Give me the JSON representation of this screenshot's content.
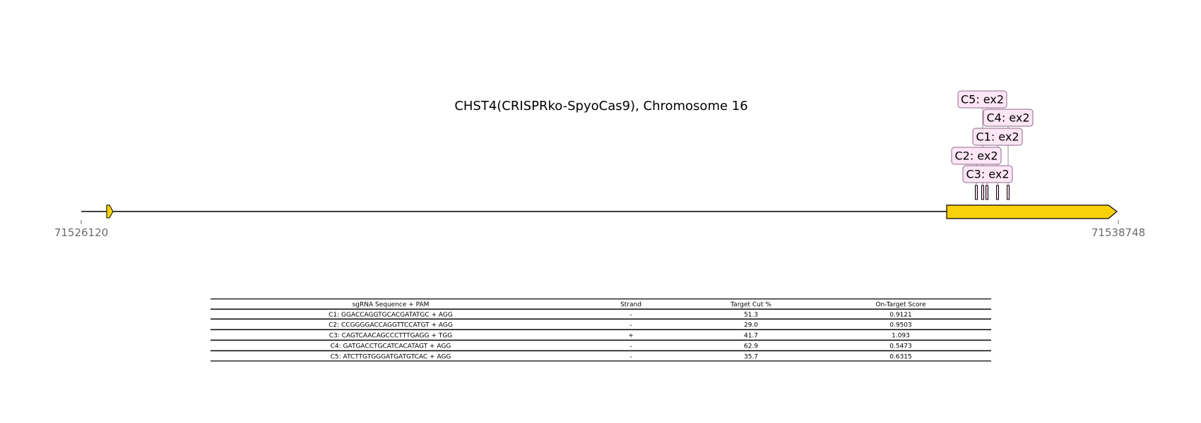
{
  "title": "CHST4(CRISPRko-SpyoCas9), Chromosome 16",
  "region": {
    "start": 71526120,
    "end": 71538748,
    "start_label": "71526120",
    "end_label": "71538748"
  },
  "colors": {
    "exon_fill": "#f8d10a",
    "label_fill": "#fde6f6",
    "label_stroke": "#8c6b88",
    "guide_fill": "#f9d3ee",
    "line": "#000000"
  },
  "guides": [
    {
      "id": "C1",
      "label": "C1: ex2"
    },
    {
      "id": "C2",
      "label": "C2: ex2"
    },
    {
      "id": "C3",
      "label": "C3: ex2"
    },
    {
      "id": "C4",
      "label": "C4: ex2"
    },
    {
      "id": "C5",
      "label": "C5: ex2"
    }
  ],
  "table": {
    "headers": [
      "sgRNA Sequence + PAM",
      "Strand",
      "Target Cut %",
      "On-Target Score"
    ],
    "rows": [
      [
        "C1: GGACCAGGTGCACGATATGC + AGG",
        "-",
        "51.3",
        "0.9121"
      ],
      [
        "C2: CCGGGGACCAGGTTCCATGT + AGG",
        "-",
        "29.0",
        "0.9503"
      ],
      [
        "C3: CAGTCAACAGCCCTTTGAGG + TGG",
        "+",
        "41.7",
        "1.093"
      ],
      [
        "C4: GATGACCTGCATCACATAGT + AGG",
        "-",
        "62.9",
        "0.5473"
      ],
      [
        "C5: ATCTTGTGGGATGATGTCAC + AGG",
        "-",
        "35.7",
        "0.6315"
      ]
    ]
  }
}
